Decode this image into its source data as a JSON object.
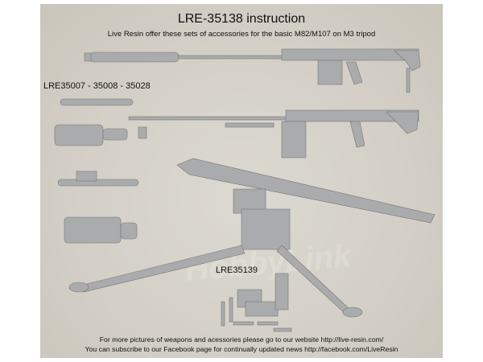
{
  "title": "LRE-35138 instruction",
  "subtitle": "Live Resin offer these sets of accessories for the basic M82/M107 on M3 tripod",
  "accessory_codes": "LRE35007 - 35008 - 35028",
  "tripod_code": "LRE35139",
  "footer": {
    "line1": "For more pictures of weapons and acessories please go to our website http://live-resin.com/",
    "line2": "You can subscribe to our Facebook page for continually updated news http://facebook.com/LiveResin"
  },
  "watermark": "HobbyLink Japan",
  "colors": {
    "background": "#d3cfc6",
    "model": "#a8aaab"
  }
}
